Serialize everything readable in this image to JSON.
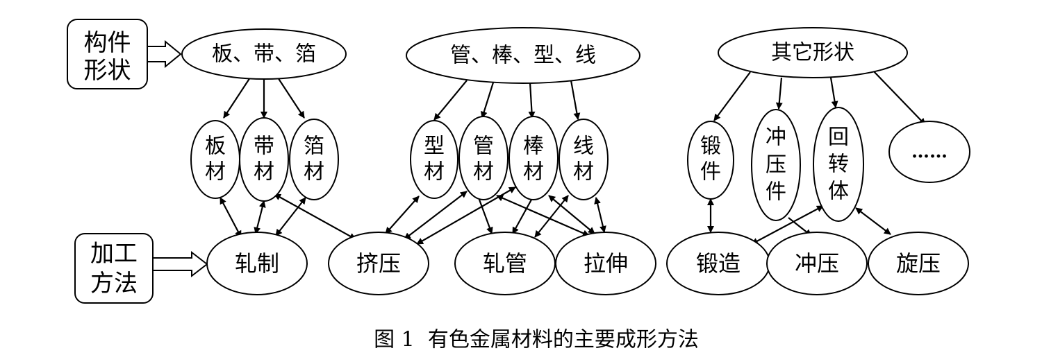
{
  "side_labels": {
    "shape": [
      "构件",
      "形状"
    ],
    "method": [
      "加工",
      "方法"
    ]
  },
  "categories": {
    "flat": "板、带、箔",
    "long": "管、棒、型、线",
    "other": "其它形状"
  },
  "products": {
    "plate": [
      "板",
      "材"
    ],
    "strip": [
      "带",
      "材"
    ],
    "foil": [
      "箔",
      "材"
    ],
    "profile": [
      "型",
      "材"
    ],
    "tube": [
      "管",
      "材"
    ],
    "bar": [
      "棒",
      "材"
    ],
    "wire": [
      "线",
      "材"
    ],
    "forging": [
      "锻",
      "件"
    ],
    "stamping": [
      "冲",
      "压",
      "件"
    ],
    "revolved": [
      "回",
      "转",
      "体"
    ],
    "more": "……"
  },
  "methods": {
    "rolling": "轧制",
    "extrusion": "挤压",
    "tube_rolling": "轧管",
    "drawing": "拉伸",
    "forging": "锻造",
    "stamping": "冲压",
    "spinning": "旋压"
  },
  "caption": "图 1  有色金属材料的主要成形方法"
}
